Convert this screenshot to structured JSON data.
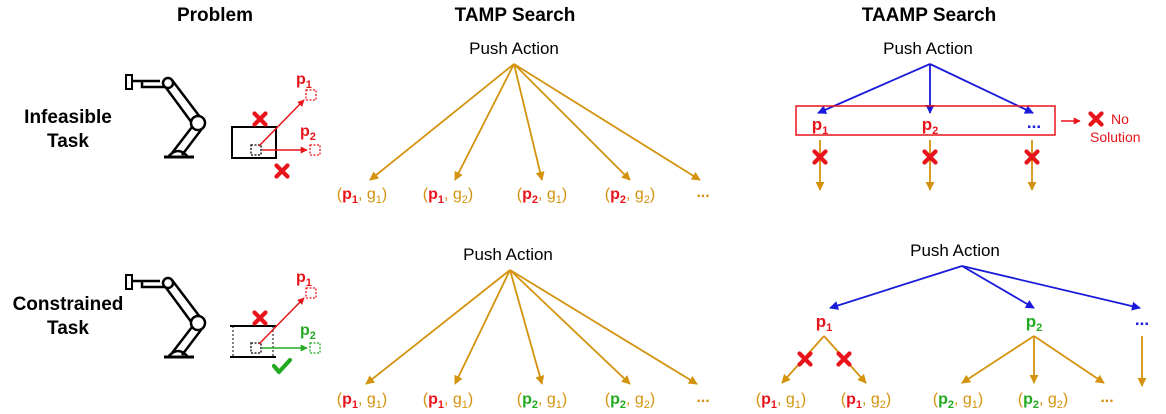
{
  "colors": {
    "orange": "#d4930e",
    "blue": "#1a1adb",
    "red": "#e8141b",
    "green": "#22aa22",
    "black": "#000000"
  },
  "headers": {
    "problem": "Problem",
    "tamp": "TAMP Search",
    "taamp": "TAAMP Search"
  },
  "rows": {
    "infeasible": {
      "label_line1": "Infeasible",
      "label_line2": "Task"
    },
    "constrained": {
      "label_line1": "Constrained",
      "label_line2": "Task"
    }
  },
  "root_label": "Push Action",
  "pose": {
    "p1": "p",
    "p1_sub": "1",
    "p2": "p",
    "p2_sub": "2"
  },
  "goal": {
    "g1": "g",
    "g1_sub": "1",
    "g2": "g",
    "g2_sub": "2"
  },
  "ellipsis": "...",
  "no_solution": {
    "line1": "No",
    "line2": "Solution"
  },
  "icons": {
    "robot": "robot-arm-icon",
    "fail": "red-x-icon",
    "success": "green-check-icon"
  }
}
